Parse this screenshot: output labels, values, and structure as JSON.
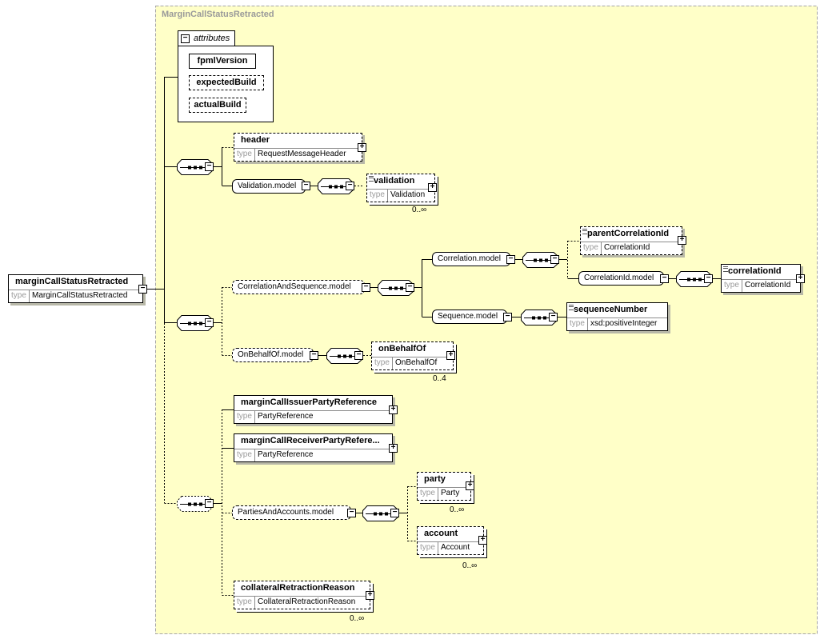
{
  "diagram": {
    "container_title": "MarginCallStatusRetracted",
    "root": {
      "name": "marginCallStatusRetracted",
      "type_label": "type",
      "type": "MarginCallStatusRetracted"
    },
    "attributes": {
      "label": "attributes",
      "items": [
        "fpmlVersion",
        "expectedBuild",
        "actualBuild"
      ]
    },
    "elements": {
      "header": {
        "name": "header",
        "type_label": "type",
        "type": "RequestMessageHeader"
      },
      "validation": {
        "name": "validation",
        "type_label": "type",
        "type": "Validation",
        "occurs": "0..∞"
      },
      "parentCorrelationId": {
        "name": "parentCorrelationId",
        "type_label": "type",
        "type": "CorrelationId"
      },
      "correlationId": {
        "name": "correlationId",
        "type_label": "type",
        "type": "CorrelationId"
      },
      "sequenceNumber": {
        "name": "sequenceNumber",
        "type_label": "type",
        "type": "xsd:positiveInteger"
      },
      "onBehalfOf": {
        "name": "onBehalfOf",
        "type_label": "type",
        "type": "OnBehalfOf",
        "occurs": "0..4"
      },
      "marginCallIssuerPartyReference": {
        "name": "marginCallIssuerPartyReference",
        "type_label": "type",
        "type": "PartyReference"
      },
      "marginCallReceiverPartyReference": {
        "name": "marginCallReceiverPartyRefere...",
        "type_label": "type",
        "type": "PartyReference"
      },
      "party": {
        "name": "party",
        "type_label": "type",
        "type": "Party",
        "occurs": "0..∞"
      },
      "account": {
        "name": "account",
        "type_label": "type",
        "type": "Account",
        "occurs": "0..∞"
      },
      "collateralRetractionReason": {
        "name": "collateralRetractionReason",
        "type_label": "type",
        "type": "CollateralRetractionReason",
        "occurs": "0..∞"
      }
    },
    "groups": {
      "validation_model": "Validation.model",
      "correlation_and_sequence_model": "CorrelationAndSequence.model",
      "correlation_model": "Correlation.model",
      "correlation_id_model": "CorrelationId.model",
      "sequence_model": "Sequence.model",
      "on_behalf_of_model": "OnBehalfOf.model",
      "parties_and_accounts_model": "PartiesAndAccounts.model"
    },
    "colors": {
      "container_fill": "#ffffc8",
      "container_border": "#a6a6a6",
      "title": "#9a9a9a",
      "line": "#000000"
    }
  }
}
